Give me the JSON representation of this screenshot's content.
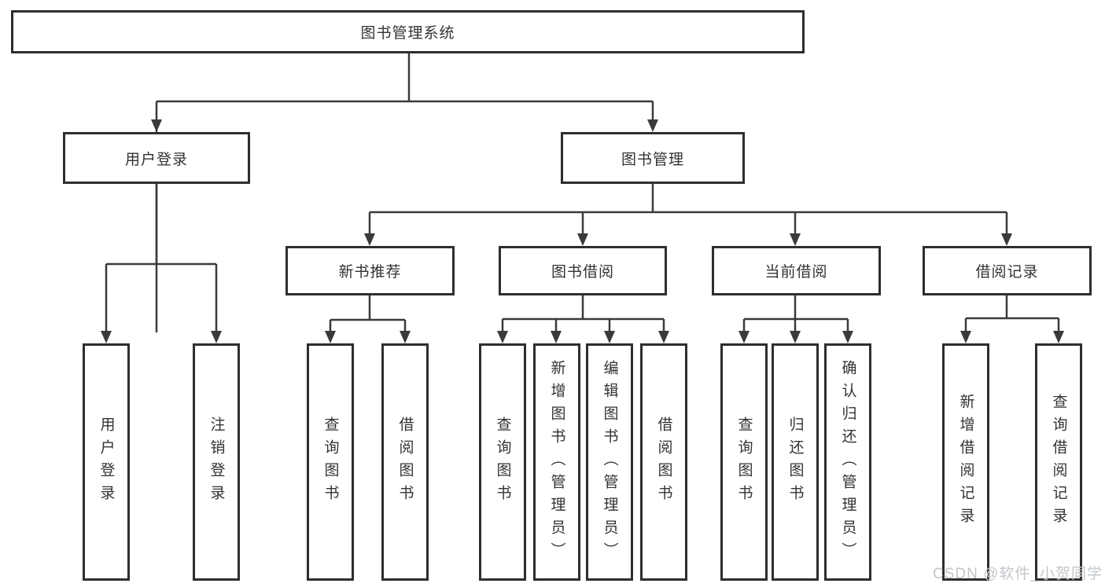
{
  "diagram": {
    "root": {
      "label": "图书管理系统"
    },
    "branches": [
      {
        "label": "用户登录",
        "leaves": [
          {
            "label": "用户登录"
          },
          {
            "label": "注销登录"
          }
        ]
      },
      {
        "label": "图书管理",
        "groups": [
          {
            "label": "新书推荐",
            "leaves": [
              {
                "label": "查询图书"
              },
              {
                "label": "借阅图书"
              }
            ]
          },
          {
            "label": "图书借阅",
            "leaves": [
              {
                "label": "查询图书"
              },
              {
                "label": "新增图书（管理员）"
              },
              {
                "label": "编辑图书（管理员）"
              },
              {
                "label": "借阅图书"
              }
            ]
          },
          {
            "label": "当前借阅",
            "leaves": [
              {
                "label": "查询图书"
              },
              {
                "label": "归还图书"
              },
              {
                "label": "确认归还（管理员）"
              }
            ]
          },
          {
            "label": "借阅记录",
            "leaves": [
              {
                "label": "新增借阅记录"
              },
              {
                "label": "查询借阅记录"
              }
            ]
          }
        ]
      }
    ]
  },
  "watermark": {
    "text": "CSDN @软件_小贺同学"
  },
  "colors": {
    "line": "#3a3a3a",
    "box_border": "#2e2e2e",
    "text": "#333333",
    "watermark": "#c2c6ca",
    "background": "#ffffff"
  }
}
